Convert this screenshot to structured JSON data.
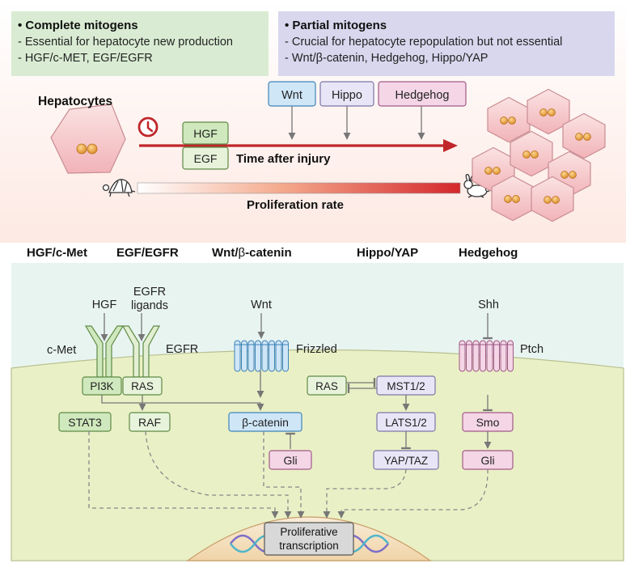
{
  "complete_box": {
    "title": "• Complete mitogens",
    "line1": "- Essential for hepatocyte new production",
    "line2": "- HGF/c-MET, EGF/EGFR"
  },
  "partial_box": {
    "title": "• Partial mitogens",
    "line1": "- Crucial for hepatocyte repopulation but not essential",
    "line2": "- Wnt/β-catenin, Hedgehog, Hippo/YAP"
  },
  "timeline": {
    "hepatocytes_label": "Hepatocytes",
    "hgf": "HGF",
    "egf": "EGF",
    "wnt": "Wnt",
    "hippo": "Hippo",
    "hedgehog": "Hedgehog",
    "axis_label": "Time after injury",
    "rate_label": "Proliferation rate"
  },
  "pathway_headers": {
    "hgf_cmet": "HGF/c-Met",
    "egf_egfr": "EGF/EGFR",
    "wnt_beta_prefix": "Wnt/",
    "wnt_beta_greek": "β",
    "wnt_beta_suffix": "-catenin",
    "hippo_yap": "Hippo/YAP",
    "hedgehog": "Hedgehog"
  },
  "ligands": {
    "hgf": "HGF",
    "egfr_ligands_1": "EGFR",
    "egfr_ligands_2": "ligands",
    "wnt": "Wnt",
    "shh": "Shh"
  },
  "receptors": {
    "cmet": "c-Met",
    "egfr": "EGFR",
    "frizzled": "Frizzled",
    "ptch": "Ptch"
  },
  "nodes": {
    "pi3k": "PI3K",
    "ras": "RAS",
    "stat3": "STAT3",
    "raf": "RAF",
    "beta_catenin_prefix": "β",
    "beta_catenin_suffix": "-catenin",
    "gli_wnt": "Gli",
    "ras_hippo": "RAS",
    "mst": "MST1/2",
    "lats": "LATS1/2",
    "yaptaz": "YAP/TAZ",
    "smo": "Smo",
    "gli_hh": "Gli"
  },
  "nucleus": {
    "line1": "Proliferative",
    "line2": "transcription"
  },
  "colors": {
    "complete_box": "#d9ecd3",
    "partial_box": "#d7d6ee",
    "green_node": "#cfe8bd",
    "green_stroke": "#5e8a45",
    "blue_node": "#cfe6f7",
    "blue_stroke": "#3f84b8",
    "pink_node": "#f4d6e6",
    "pink_stroke": "#a05a86",
    "lavender_node": "#e8e6f6",
    "lavender_stroke": "#7a76a8",
    "arrow_red": "#c0262a",
    "cell_pink": "#f4b8bd",
    "nucleus_orange": "#e8a64a"
  },
  "icons": [
    "clock-icon",
    "turtle-icon",
    "rabbit-icon",
    "dna-icon"
  ]
}
